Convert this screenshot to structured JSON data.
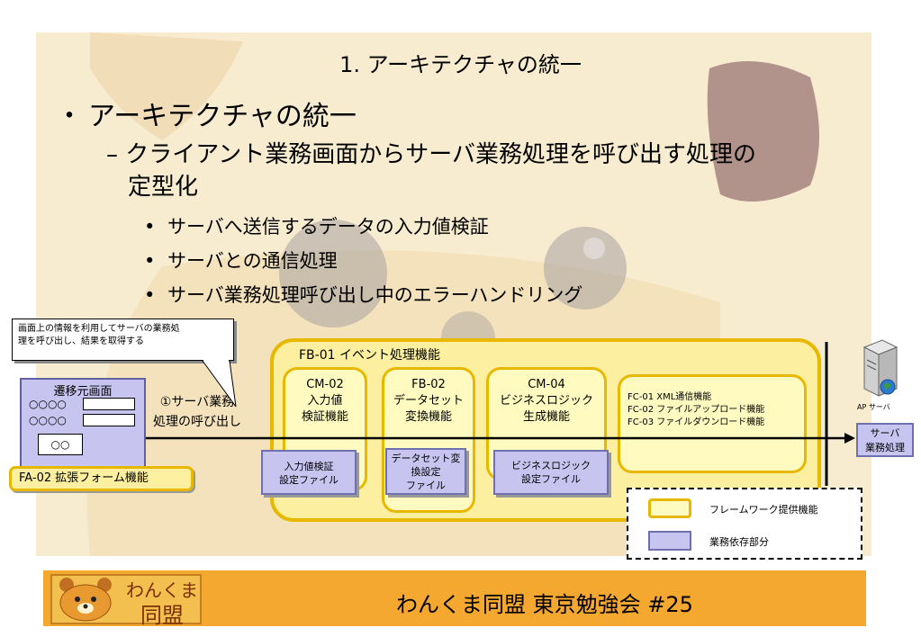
{
  "title": "1. アーキテクチャの統一",
  "bullet1": {
    "dot": "・",
    "text": "アーキテクチャの統一"
  },
  "bullet2": {
    "dash": "–",
    "line1": "クライアント業務画面からサーバ業務処理を呼び出す処理の",
    "line2": "定型化"
  },
  "bullets3": [
    {
      "dot": "•",
      "text": "サーバへ送信するデータの入力値検証"
    },
    {
      "dot": "•",
      "text": "サーバとの通信処理"
    },
    {
      "dot": "•",
      "text": "サーバ業務処理呼び出し中のエラーハンドリング"
    }
  ],
  "callout": {
    "line1": "画面上の情報を利用してサーバの業務処",
    "line2": "理を呼び出し、結果を取得する"
  },
  "source_screen": {
    "title": "遷移元画面",
    "row1": "○○○○",
    "row2": "○○○○",
    "button": "○○"
  },
  "fa02": "FA-02 拡張フォーム機能",
  "call1": {
    "line1": "①サーバ業務",
    "line2": "処理の呼び出し"
  },
  "fb01": "FB-01 イベント処理機能",
  "components": [
    {
      "l1": "CM-02",
      "l2": "入力値",
      "l3": "検証機能"
    },
    {
      "l1": "FB-02",
      "l2": "データセット",
      "l3": "変換機能"
    },
    {
      "l1": "CM-04",
      "l2": "ビジネスロジック",
      "l3": "生成機能"
    }
  ],
  "configs": [
    {
      "l1": "入力値検証",
      "l2": "設定ファイル"
    },
    {
      "l1": "データセット変",
      "l2": "換設定",
      "l3": "ファイル"
    },
    {
      "l1": "ビジネスロジック",
      "l2": "設定ファイル"
    }
  ],
  "fc": [
    "FC-01 XML通信機能",
    "FC-02 ファイルアップロード機能",
    "FC-03 ファイルダウンロード機能"
  ],
  "server": {
    "label": "AP サーバ",
    "box_l1": "サーバ",
    "box_l2": "業務処理"
  },
  "legend": {
    "framework": "フレームワーク提供機能",
    "business": "業務依存部分"
  },
  "colors": {
    "framework_fill": "#fefac0",
    "framework_border": "#e8b800",
    "business_fill": "#c8c4f0",
    "footer": "#f5a830"
  },
  "footer": {
    "logo_l1": "わんくま",
    "logo_l2": "同盟",
    "text": "わんくま同盟 東京勉強会 #25"
  }
}
